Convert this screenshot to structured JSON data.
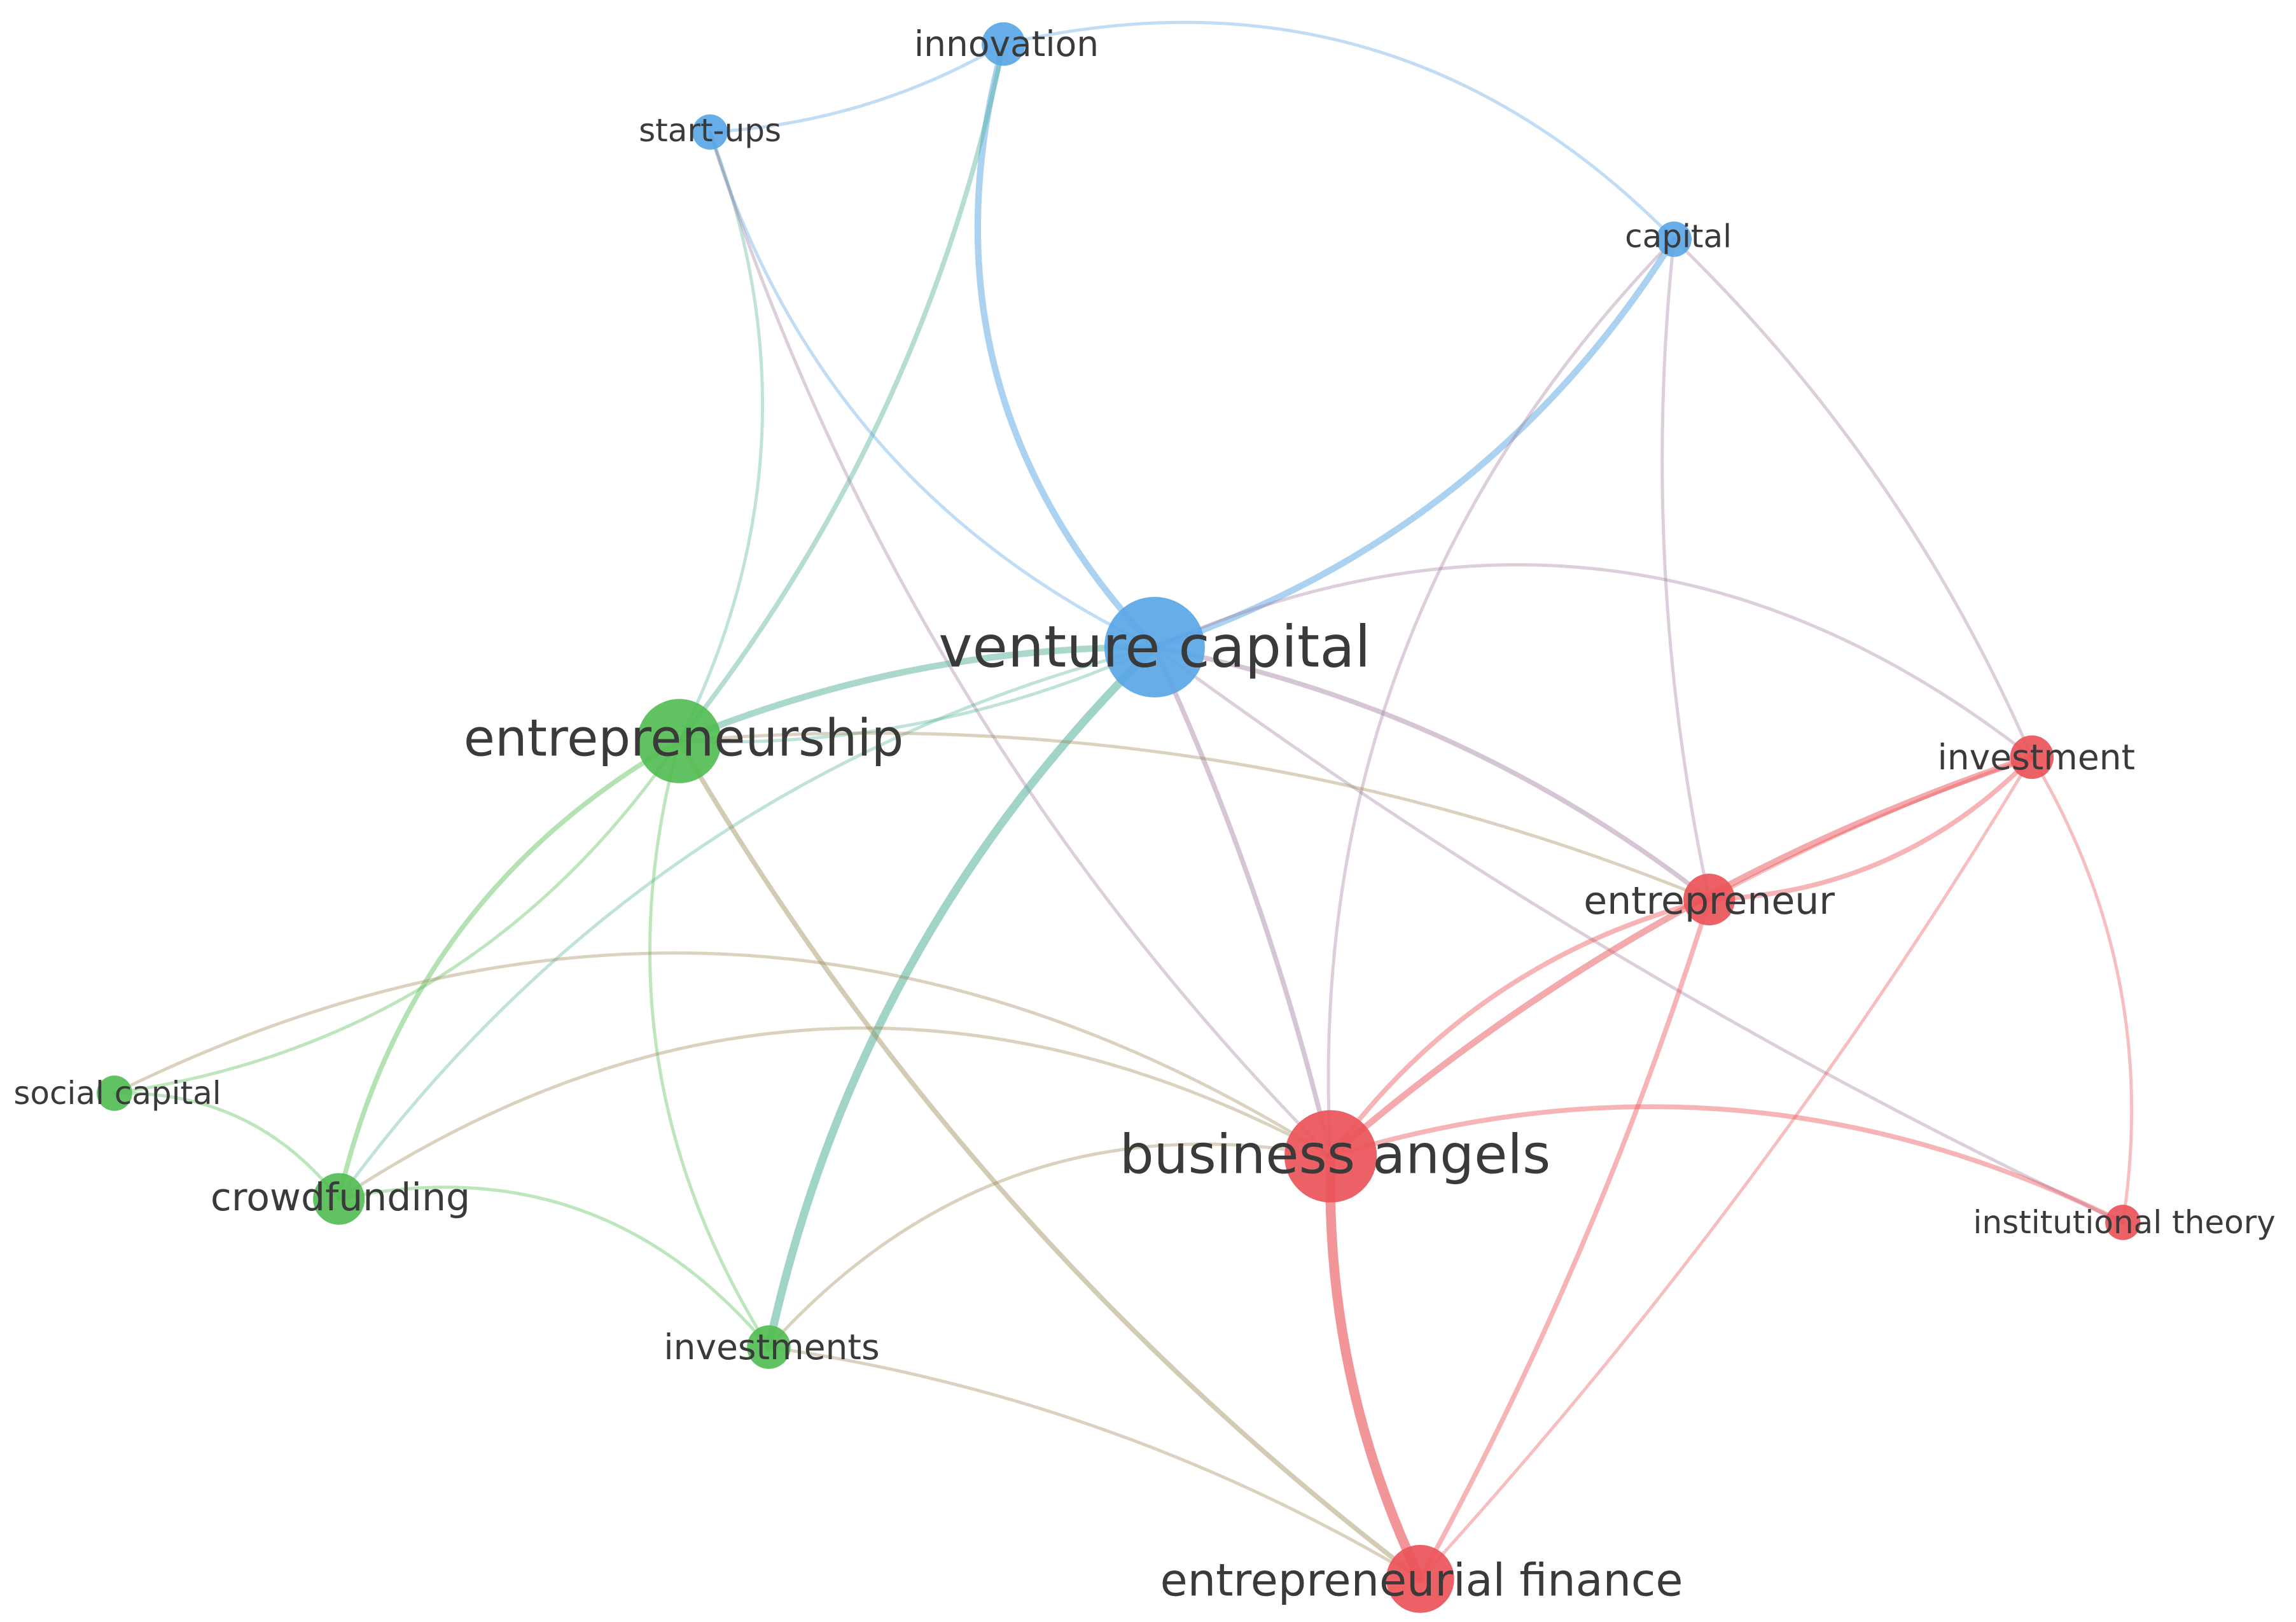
{
  "colors": {
    "blue": "#5aa6e6",
    "green": "#52bd52",
    "red": "#ea5459"
  },
  "nodes": [
    {
      "id": "innovation",
      "label": "innovation",
      "cluster": "blue",
      "weight": 3
    },
    {
      "id": "start-ups",
      "label": "start-ups",
      "cluster": "blue",
      "weight": 2
    },
    {
      "id": "capital",
      "label": "capital",
      "cluster": "blue",
      "weight": 2
    },
    {
      "id": "venture-capital",
      "label": "venture capital",
      "cluster": "blue",
      "weight": 10
    },
    {
      "id": "entrepreneurship",
      "label": "entrepreneurship",
      "cluster": "green",
      "weight": 8
    },
    {
      "id": "social-capital",
      "label": "social capital",
      "cluster": "green",
      "weight": 2
    },
    {
      "id": "crowdfunding",
      "label": "crowdfunding",
      "cluster": "green",
      "weight": 4
    },
    {
      "id": "investments",
      "label": "investments",
      "cluster": "green",
      "weight": 3
    },
    {
      "id": "investment",
      "label": "investment",
      "cluster": "red",
      "weight": 3
    },
    {
      "id": "entrepreneur",
      "label": "entrepreneur",
      "cluster": "red",
      "weight": 4
    },
    {
      "id": "business-angels",
      "label": "business angels",
      "cluster": "red",
      "weight": 9
    },
    {
      "id": "institutional-theory",
      "label": "institutional theory",
      "cluster": "red",
      "weight": 2
    },
    {
      "id": "entrepreneurial-finance",
      "label": "entrepreneurial finance",
      "cluster": "red",
      "weight": 6
    }
  ],
  "links": [
    {
      "source": "start-ups",
      "target": "innovation",
      "strength": 1
    },
    {
      "source": "innovation",
      "target": "capital",
      "strength": 1
    },
    {
      "source": "innovation",
      "target": "venture-capital",
      "strength": 3
    },
    {
      "source": "innovation",
      "target": "entrepreneurship",
      "strength": 2
    },
    {
      "source": "start-ups",
      "target": "venture-capital",
      "strength": 1
    },
    {
      "source": "start-ups",
      "target": "entrepreneurship",
      "strength": 1
    },
    {
      "source": "start-ups",
      "target": "business-angels",
      "strength": 1
    },
    {
      "source": "capital",
      "target": "venture-capital",
      "strength": 3
    },
    {
      "source": "capital",
      "target": "business-angels",
      "strength": 1
    },
    {
      "source": "capital",
      "target": "entrepreneur",
      "strength": 1
    },
    {
      "source": "capital",
      "target": "investment",
      "strength": 1
    },
    {
      "source": "venture-capital",
      "target": "entrepreneurship",
      "strength": 3
    },
    {
      "source": "venture-capital",
      "target": "entrepreneurship",
      "strength": 1
    },
    {
      "source": "venture-capital",
      "target": "investments",
      "strength": 4
    },
    {
      "source": "venture-capital",
      "target": "crowdfunding",
      "strength": 1
    },
    {
      "source": "venture-capital",
      "target": "business-angels",
      "strength": 2
    },
    {
      "source": "venture-capital",
      "target": "entrepreneur",
      "strength": 2
    },
    {
      "source": "venture-capital",
      "target": "investment",
      "strength": 1
    },
    {
      "source": "venture-capital",
      "target": "institutional-theory",
      "strength": 1
    },
    {
      "source": "entrepreneurship",
      "target": "social-capital",
      "strength": 1
    },
    {
      "source": "entrepreneurship",
      "target": "crowdfunding",
      "strength": 2
    },
    {
      "source": "entrepreneurship",
      "target": "investments",
      "strength": 1
    },
    {
      "source": "entrepreneurship",
      "target": "entrepreneur",
      "strength": 1
    },
    {
      "source": "entrepreneurship",
      "target": "entrepreneurial-finance",
      "strength": 2
    },
    {
      "source": "social-capital",
      "target": "crowdfunding",
      "strength": 1
    },
    {
      "source": "social-capital",
      "target": "business-angels",
      "strength": 1
    },
    {
      "source": "crowdfunding",
      "target": "investments",
      "strength": 1
    },
    {
      "source": "crowdfunding",
      "target": "business-angels",
      "strength": 1
    },
    {
      "source": "investments",
      "target": "business-angels",
      "strength": 1
    },
    {
      "source": "investments",
      "target": "entrepreneurial-finance",
      "strength": 1
    },
    {
      "source": "business-angels",
      "target": "entrepreneur",
      "strength": 2
    },
    {
      "source": "business-angels",
      "target": "investment",
      "strength": 3
    },
    {
      "source": "business-angels",
      "target": "institutional-theory",
      "strength": 2
    },
    {
      "source": "business-angels",
      "target": "entrepreneurial-finance",
      "strength": 5
    },
    {
      "source": "entrepreneur",
      "target": "investment",
      "strength": 2
    },
    {
      "source": "entrepreneur",
      "target": "investment",
      "strength": 1
    },
    {
      "source": "entrepreneur",
      "target": "entrepreneurial-finance",
      "strength": 2
    },
    {
      "source": "investment",
      "target": "entrepreneurial-finance",
      "strength": 1
    },
    {
      "source": "investment",
      "target": "institutional-theory",
      "strength": 1
    }
  ]
}
